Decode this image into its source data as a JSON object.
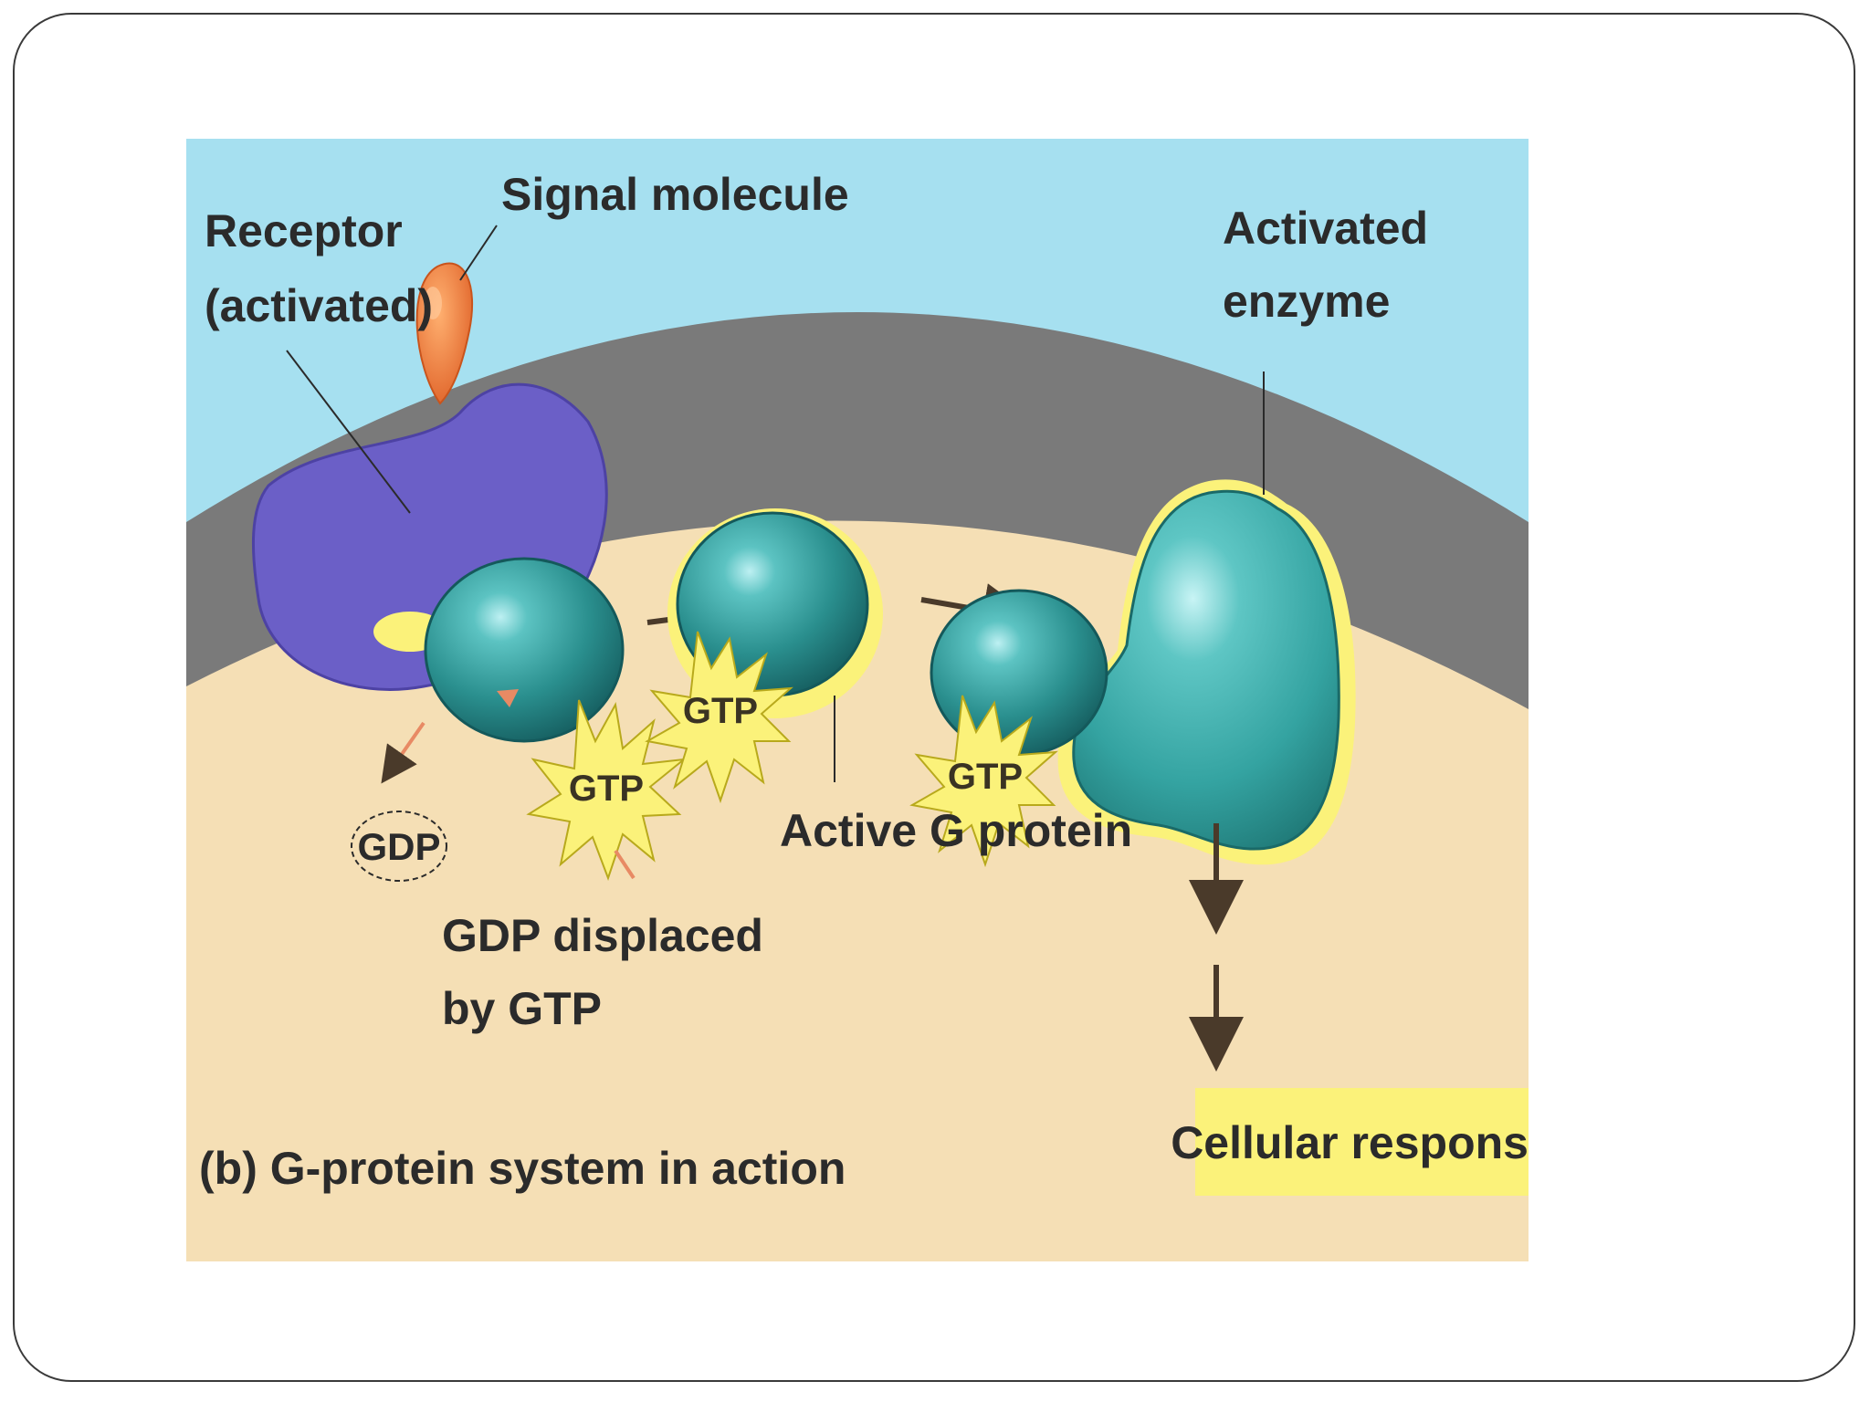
{
  "diagram": {
    "labels": {
      "receptor_line1": "Receptor",
      "receptor_line2": "(activated)",
      "signal_molecule": "Signal molecule",
      "activated_line1": "Activated",
      "activated_line2": "enzyme",
      "gdp": "GDP",
      "gtp_1": "GTP",
      "gtp_2": "GTP",
      "gtp_3": "GTP",
      "gdp_displaced_line1": "GDP displaced",
      "gdp_displaced_line2": "by GTP",
      "active_g_protein": "Active G protein",
      "cellular_response": "Cellular response",
      "caption": "(b) G-protein system in action"
    },
    "colors": {
      "extracellular": "#a6e0f0",
      "membrane": "#7a7a7a",
      "cytoplasm": "#f5dfb5",
      "receptor": "#6b5fc7",
      "signal_molecule": "#f08a3c",
      "g_protein": "#2d9a98",
      "enzyme": "#3aa9a6",
      "highlight_yellow": "#fbf27a",
      "arrow": "#4a3a2a"
    }
  }
}
